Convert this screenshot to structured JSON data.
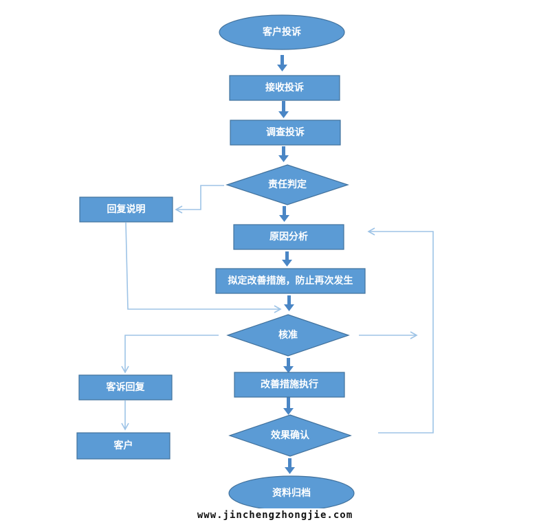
{
  "nodes": {
    "customer_complaint": "客户投诉",
    "receive_complaint": "接收投诉",
    "investigate_complaint": "调查投诉",
    "responsibility": "责任判定",
    "reply_explain": "回复说明",
    "cause_analysis": "原因分析",
    "improvement_plan": "拟定改善措施，防止再次发生",
    "approval": "核准",
    "complaint_reply": "客诉回复",
    "customer": "客户",
    "execute_improvement": "改善措施执行",
    "effect_confirm": "效果确认",
    "archive": "资料归档"
  },
  "footer": {
    "url": "www.jinchengzhongjie.com"
  },
  "colors": {
    "node_fill": "#5b9bd5",
    "node_border": "#41719c",
    "main_arrow": "#4a86c5",
    "side_connector": "#9dc3e6"
  }
}
